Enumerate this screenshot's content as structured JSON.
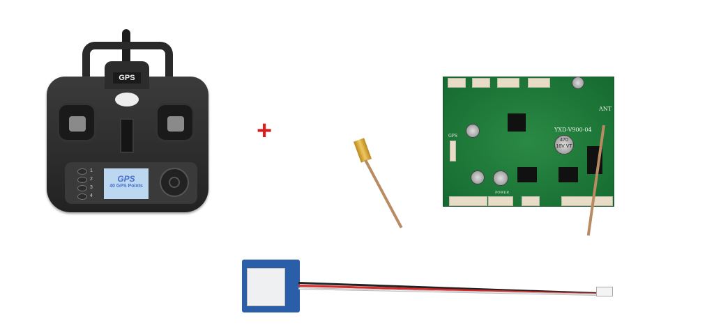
{
  "remote": {
    "top_label": "GPS",
    "buttons": [
      "1",
      "2",
      "3",
      "4"
    ],
    "screen_logo": "GPS",
    "screen_text": "40 GPS Points"
  },
  "plus_sign": "+",
  "board": {
    "model": "YXD-V900-04",
    "antenna_label": "ANT",
    "gps_label": "GPS",
    "power_label": "POWER",
    "capacitor_text": "470 16V VT"
  }
}
